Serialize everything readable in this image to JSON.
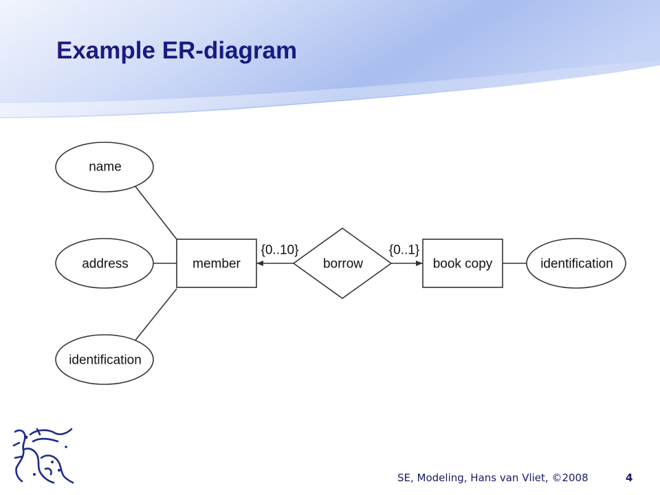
{
  "slide": {
    "title": "Example ER-diagram",
    "footer": "SE, Modeling, Hans van Vliet, ©2008",
    "page_number": "4"
  },
  "diagram": {
    "entities": {
      "member": "member",
      "book_copy": "book copy"
    },
    "relationship": "borrow",
    "attributes": {
      "name": "name",
      "address": "address",
      "member_identification": "identification",
      "book_identification": "identification"
    },
    "cardinalities": {
      "member_side": "{0..10}",
      "book_copy_side": "{0..1}"
    }
  },
  "colors": {
    "title": "#1a1a80",
    "header_gradient_light": "#f2f5fd",
    "header_gradient_dark": "#9fb4ec",
    "footer_text": "#1a1a66",
    "logo": "#1c2a8c"
  }
}
